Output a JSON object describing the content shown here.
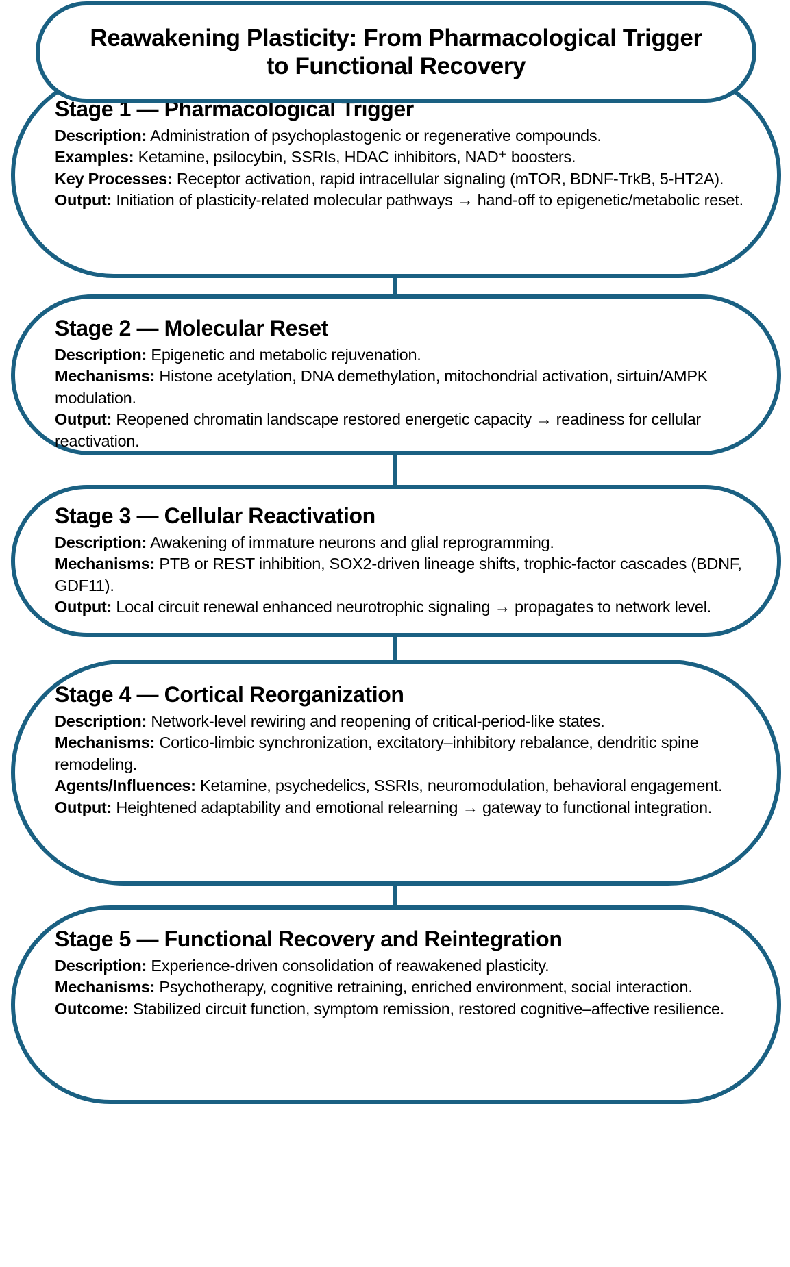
{
  "theme": {
    "border_color": "#1a6082",
    "background": "#ffffff",
    "text_color": "#000000"
  },
  "title": {
    "text": "Reawakening Plasticity: From Pharmacological Trigger to Functional Recovery"
  },
  "stages": [
    {
      "id": "stage-1",
      "heading": "Stage 1 — Pharmacological Trigger",
      "fields": [
        {
          "label": "Description:",
          "value": " Administration of psychoplastogenic or regenerative compounds."
        },
        {
          "label": "Examples:",
          "value": " Ketamine, psilocybin, SSRIs, HDAC inhibitors, NAD⁺ boosters."
        },
        {
          "label": "Key Processes:",
          "value": " Receptor activation, rapid intracellular signaling (mTOR, BDNF-TrkB, 5-HT2A)."
        },
        {
          "label": "Output:",
          "value": " Initiation of plasticity-related molecular pathways → hand-off to epigenetic/metabolic reset."
        }
      ]
    },
    {
      "id": "stage-2",
      "heading": "Stage 2 — Molecular Reset",
      "fields": [
        {
          "label": "Description:",
          "value": " Epigenetic and metabolic rejuvenation."
        },
        {
          "label": "Mechanisms:",
          "value": " Histone acetylation, DNA demethylation, mitochondrial activation, sirtuin/AMPK modulation."
        },
        {
          "label": "Output:",
          "value": " Reopened chromatin landscape restored energetic capacity → readiness for cellular reactivation."
        }
      ]
    },
    {
      "id": "stage-3",
      "heading": "Stage 3 — Cellular Reactivation",
      "fields": [
        {
          "label": "Description:",
          "value": " Awakening of immature neurons and glial reprogramming."
        },
        {
          "label": "Mechanisms:",
          "value": " PTB or REST inhibition, SOX2-driven lineage shifts, trophic-factor cascades (BDNF, GDF11)."
        },
        {
          "label": "Output:",
          "value": " Local circuit renewal enhanced neurotrophic signaling → propagates to network level."
        }
      ]
    },
    {
      "id": "stage-4",
      "heading": "Stage 4 — Cortical Reorganization",
      "fields": [
        {
          "label": "Description:",
          "value": " Network-level rewiring and reopening of critical-period-like states."
        },
        {
          "label": "Mechanisms:",
          "value": " Cortico-limbic synchronization, excitatory–inhibitory rebalance, dendritic spine remodeling."
        },
        {
          "label": "Agents/Influences:",
          "value": " Ketamine, psychedelics, SSRIs, neuromodulation, behavioral engagement."
        },
        {
          "label": "Output:",
          "value": " Heightened adaptability and emotional relearning → gateway to functional integration."
        }
      ]
    },
    {
      "id": "stage-5",
      "heading": "Stage 5 — Functional Recovery and Reintegration",
      "fields": [
        {
          "label": "Description:",
          "value": " Experience-driven consolidation of reawakened plasticity."
        },
        {
          "label": "Mechanisms:",
          "value": " Psychotherapy, cognitive retraining, enriched environment, social interaction."
        },
        {
          "label": "Outcome:",
          "value": " Stabilized circuit function, symptom remission, restored cognitive–affective resilience."
        }
      ]
    }
  ],
  "connectors": [
    {
      "id": "conn-1-2",
      "from": "stage-1",
      "to": "stage-2"
    },
    {
      "id": "conn-2-3",
      "from": "stage-2",
      "to": "stage-3"
    },
    {
      "id": "conn-3-4",
      "from": "stage-3",
      "to": "stage-4"
    },
    {
      "id": "conn-4-5",
      "from": "stage-4",
      "to": "stage-5"
    }
  ]
}
